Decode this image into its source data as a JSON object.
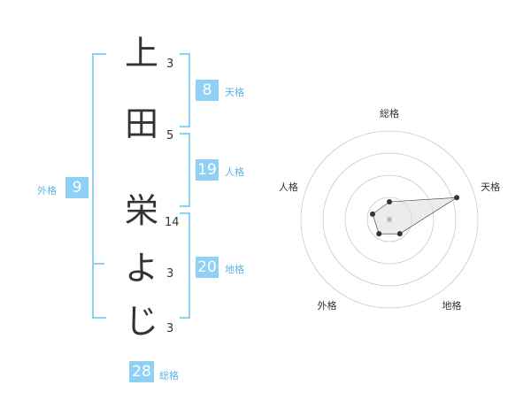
{
  "name": {
    "characters": [
      {
        "char": "上",
        "strokes": "3"
      },
      {
        "char": "田",
        "strokes": "5"
      },
      {
        "char": "栄",
        "strokes": "14"
      },
      {
        "char": "よ",
        "strokes": "3"
      },
      {
        "char": "じ",
        "strokes": "3"
      }
    ]
  },
  "kakusu": {
    "tenkaku": {
      "label": "天格",
      "value": "8"
    },
    "jinkaku": {
      "label": "人格",
      "value": "19"
    },
    "chikaku": {
      "label": "地格",
      "value": "20"
    },
    "gaikaku": {
      "label": "外格",
      "value": "9"
    },
    "soukaku": {
      "label": "総格",
      "value": "28"
    }
  },
  "chart_data": {
    "type": "radar",
    "axes": [
      "総格",
      "天格",
      "地格",
      "外格",
      "人格"
    ],
    "values": [
      0.2,
      0.8,
      0.2,
      0.2,
      0.2
    ],
    "rings": 4,
    "colors": {
      "accent": "#8fd0f5",
      "fill": "#e0e0e0",
      "point": "#333333"
    }
  }
}
